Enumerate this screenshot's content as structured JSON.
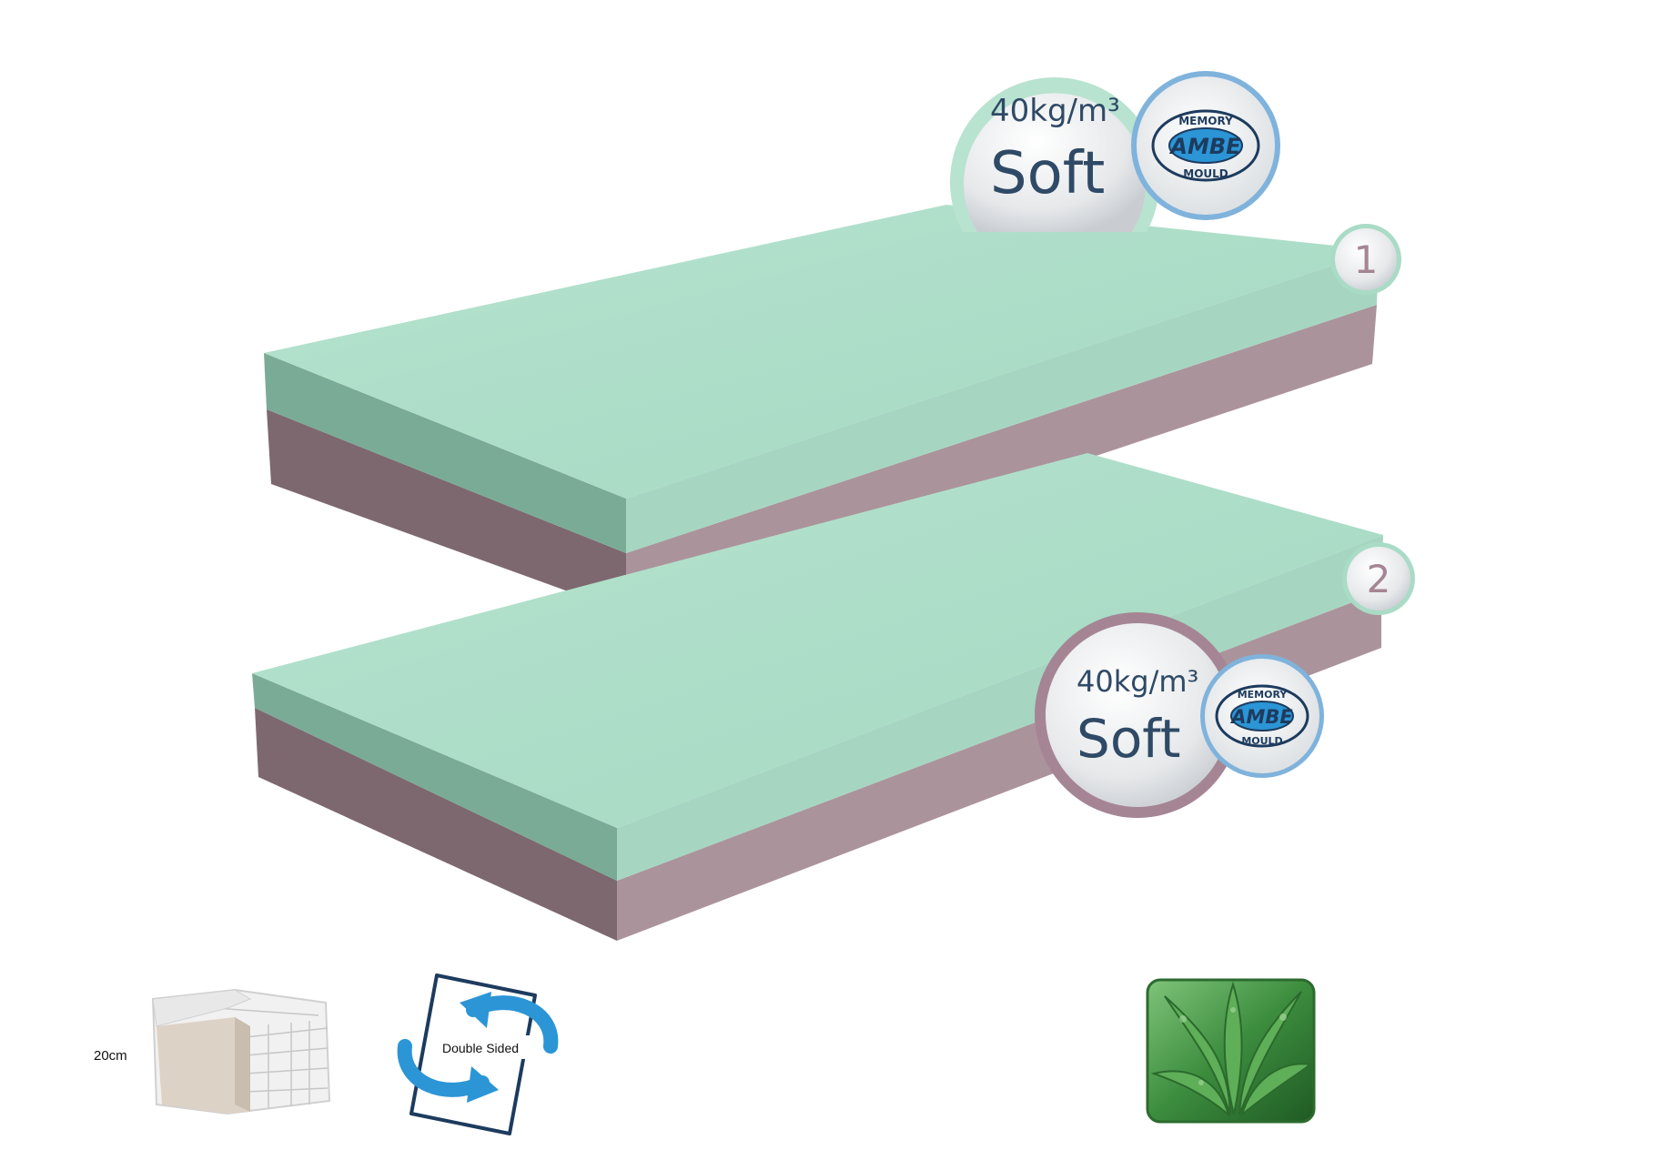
{
  "layers": [
    {
      "number": "1",
      "density": "40kg/m³",
      "firmness": "Soft",
      "badge_ring_color": "#b8e3d0",
      "logo": {
        "top": "MEMORY",
        "middle": "AMBE",
        "bottom": "MOULD"
      }
    },
    {
      "number": "2",
      "density": "40kg/m³",
      "firmness": "Soft",
      "badge_ring_color": "#a58594",
      "logo": {
        "top": "MEMORY",
        "middle": "AMBE",
        "bottom": "MOULD"
      }
    }
  ],
  "features": {
    "height_label": "20cm",
    "double_sided_label": "Double Sided"
  },
  "colors": {
    "foam_green": "#a9dbc6",
    "foam_green_side": "#7aab96",
    "base_mauve": "#ab939c",
    "base_mauve_dark": "#7d6870",
    "arrow_blue": "#2b95d6"
  },
  "icons": [
    "mattress-cross-section-icon",
    "double-sided-icon",
    "aloe-vera-icon"
  ]
}
